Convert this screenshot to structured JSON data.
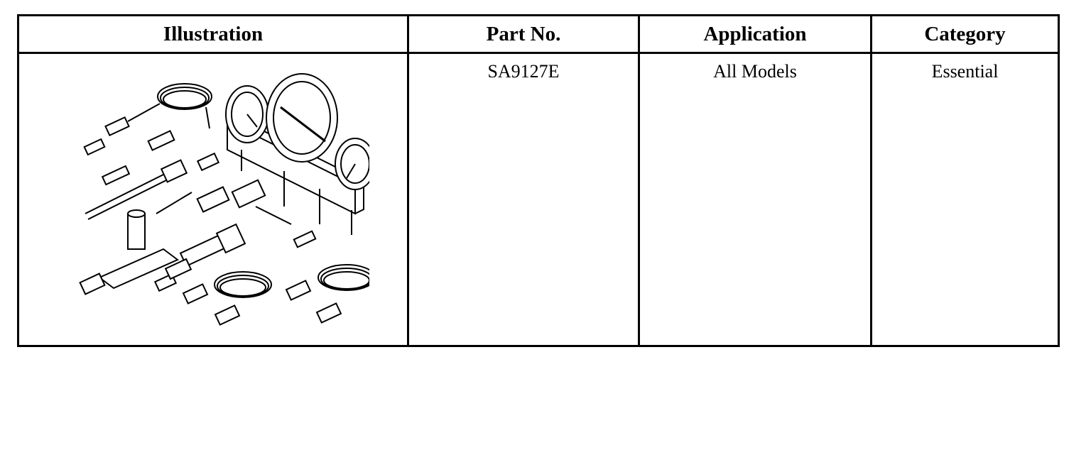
{
  "table": {
    "headers": {
      "illustration": "Illustration",
      "part_no": "Part No.",
      "application": "Application",
      "category": "Category"
    },
    "rows": [
      {
        "part_no": "SA9127E",
        "application": "All Models",
        "category": "Essential"
      }
    ]
  },
  "illustration": {
    "subject": "gauge-set-tool-kit"
  }
}
